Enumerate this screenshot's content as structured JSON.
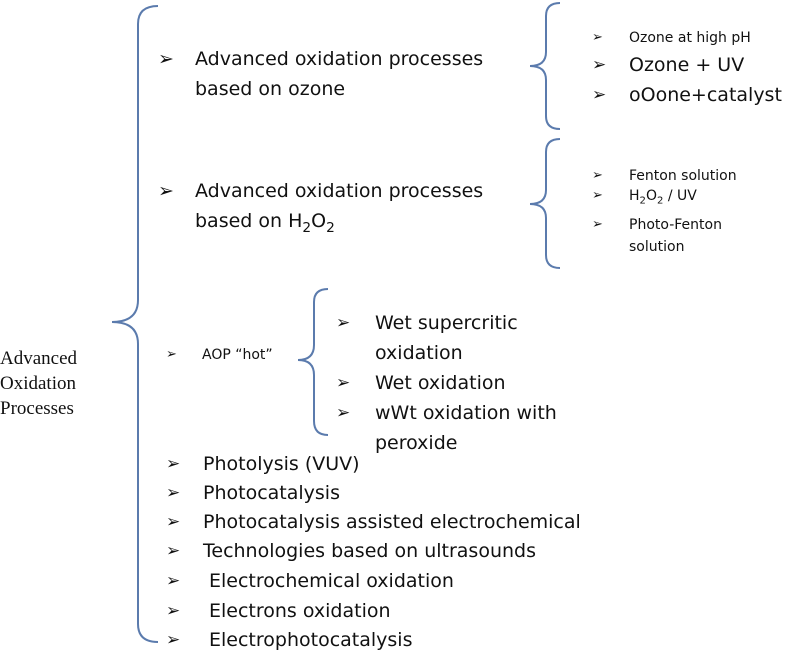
{
  "colors": {
    "brace": "#5b7bad",
    "text": "#111111"
  },
  "bullet_symbol": "➢",
  "root": {
    "line1": "Advanced",
    "line2": "Oxidation",
    "line3": "Processes"
  },
  "ozone_group": {
    "label_line1": "Advanced oxidation processes",
    "label_line2": "based on ozone",
    "items": [
      "Ozone at high pH",
      "Ozone + UV",
      "oOone+catalyst"
    ]
  },
  "h2o2_group": {
    "label_line1": "Advanced oxidation processes",
    "label_line2_prefix": "based on H",
    "label_sub1": "2",
    "label_mid": "O",
    "label_sub2": "2",
    "items": {
      "fenton": "Fenton solution",
      "h2o2_uv_prefix": "H",
      "h2o2_uv_sub1": "2",
      "h2o2_uv_mid": "O",
      "h2o2_uv_sub2": "2",
      "h2o2_uv_suffix": " / UV",
      "photo_fenton_line1": "Photo-Fenton",
      "photo_fenton_line2": "solution"
    }
  },
  "hot_group": {
    "label": "AOP “hot”",
    "items": {
      "wet_supercritic_line1": "Wet supercritic",
      "wet_supercritic_line2": "oxidation",
      "wet_oxidation": "Wet oxidation",
      "wwt_line1": "wWt oxidation with",
      "wwt_line2": "peroxide"
    }
  },
  "other_processes": [
    "Photolysis (VUV)",
    "Photocatalysis",
    "Photocatalysis assisted electrochemical",
    "Technologies based on ultrasounds",
    "Electrochemical oxidation",
    "Electrons oxidation",
    "Electrophotocatalysis"
  ]
}
